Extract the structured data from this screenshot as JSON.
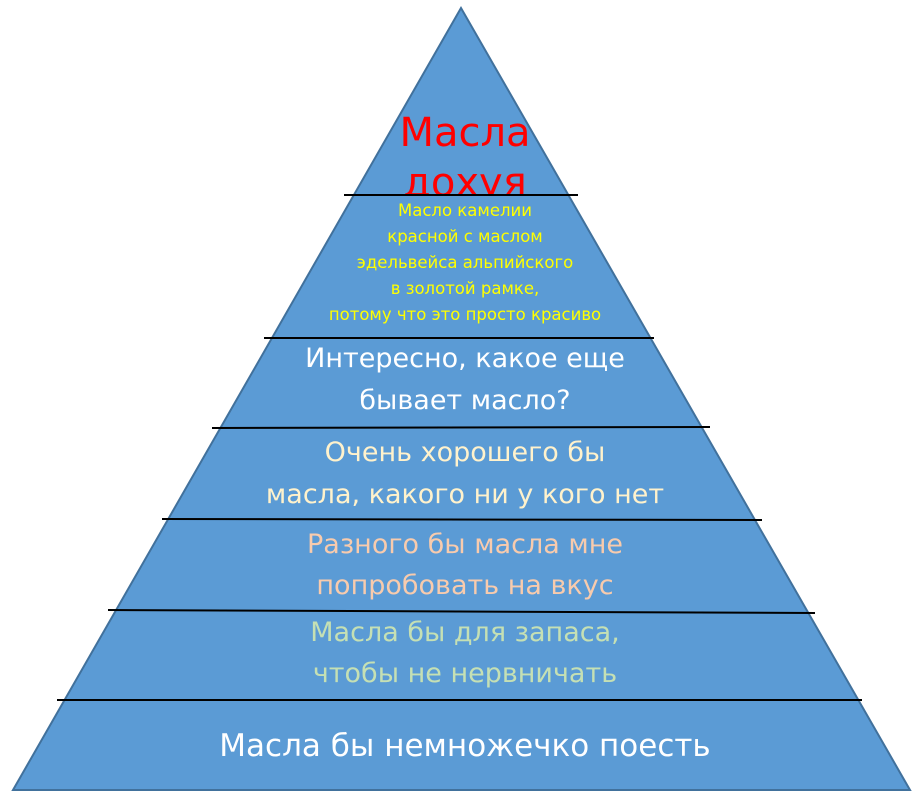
{
  "diagram": {
    "type": "pyramid",
    "fill_color": "#5b9bd5",
    "outline_color": "#41719c",
    "divider_color": "#000000",
    "tiers": [
      {
        "lines": [
          "Масла",
          "дохуя"
        ],
        "color": "#ff0000"
      },
      {
        "lines": [
          "Масло камелии",
          "красной с маслом",
          "эдельвейса альпийского",
          "в золотой рамке,",
          "потому что это просто красиво"
        ],
        "color": "#ffff00"
      },
      {
        "lines": [
          "Интересно, какое еще",
          "бывает масло?"
        ],
        "color": "#ffffff"
      },
      {
        "lines": [
          "Очень хорошего бы",
          "масла, какого ни у кого нет"
        ],
        "color": "#fff2cc"
      },
      {
        "lines": [
          "Разного бы масла мне",
          "попробовать на вкус"
        ],
        "color": "#f8cbad"
      },
      {
        "lines": [
          "Масла бы для запаса,",
          "чтобы не нервничать"
        ],
        "color": "#c5e0b4"
      },
      {
        "lines": [
          "Масла бы немножечко поесть"
        ],
        "color": "#ffffff"
      }
    ]
  }
}
